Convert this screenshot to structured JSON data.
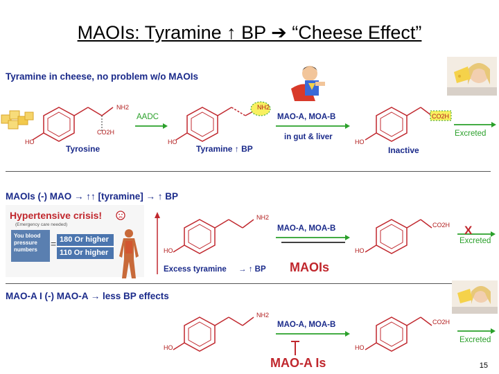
{
  "slide": {
    "title": "MAOIs:  Tyramine ↑ BP ➔ “Cheese Effect”",
    "page_number": "15"
  },
  "section1": {
    "heading": "Tyramine in cheese, no problem w/o MAOIs",
    "tyrosine": {
      "name": "Tyrosine",
      "nh2": "NH2",
      "co2h": "CO2H",
      "ho": "HO"
    },
    "enzyme1": "AADC",
    "tyramine": {
      "name": "Tyramine ↑ BP",
      "nh2": "NH2",
      "ho": "HO"
    },
    "enzyme2": "MAO-A, MOA-B",
    "location": "in gut & liver",
    "inactive": {
      "name": "Inactive",
      "co2h": "CO2H",
      "ho": "HO"
    },
    "excreted": "Excreted"
  },
  "section2": {
    "heading": "MAOIs (-) MAO → ↑↑ [tyramine] → ↑ BP",
    "crisis_title": "Hypertensive crisis!",
    "crisis_sub": "(Emergency care needed)",
    "crisis_text": "You blood pressure numbers",
    "crisis_eq": "=",
    "crisis_v1": "180  Or higher",
    "crisis_v2": "110  Or higher",
    "tyramine_nh2": "NH2",
    "tyramine_ho": "HO",
    "excess": "Excess tyramine",
    "excess_bp": "→ ↑ BP",
    "enzyme": "MAO-A, MOA-B",
    "inhibitor": "MAOIs",
    "product_co2h": "CO2H",
    "product_ho": "HO",
    "x_mark": "X",
    "excreted": "Excreted"
  },
  "section3": {
    "heading": "MAO-A I (-) MAO-A → less BP effects",
    "tyramine_nh2": "NH2",
    "tyramine_ho": "HO",
    "enzyme": "MAO-A, MOA-B",
    "inhibitor": "MAO-A Is",
    "product_co2h": "CO2H",
    "product_ho": "HO",
    "excreted": "Excreted"
  },
  "colors": {
    "navy": "#1a2a8a",
    "red": "#c0272d",
    "green": "#2aa02a",
    "cheese": "#f2c94c"
  },
  "icons": [
    "cheese-icon",
    "superhero-icon",
    "woman-cheese-icon",
    "anatomy-figure-icon",
    "sad-face-icon"
  ]
}
